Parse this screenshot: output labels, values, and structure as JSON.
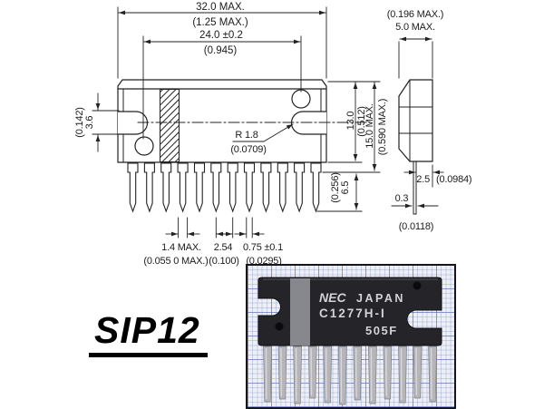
{
  "package_label": "SIP12",
  "front_view": {
    "pin_count": 12,
    "dim_overall_width_mm": "32.0 MAX.",
    "dim_overall_width_in": "(1.25 MAX.)",
    "dim_hole_spacing_mm": "24.0 ±0.2",
    "dim_hole_spacing_in": "(0.945)",
    "dim_tab_height_in": "(0.142)",
    "dim_tab_height_mm": "3.6",
    "dim_notch_radius_mm": "R 1.8",
    "dim_notch_radius_in": "(0.0709)",
    "dim_body_height_mm": "13.0",
    "dim_body_height_in": "(0.512)",
    "dim_total_height_mm": "15.0 MAX.",
    "dim_total_height_in": "(0.590 MAX.)",
    "dim_lead_length_in": "(0.256)",
    "dim_lead_length_mm": "6.5",
    "dim_lead_width_mm": "1.4 MAX.",
    "dim_lead_width_in": "(0.055 0 MAX.)",
    "dim_lead_pitch_mm": "2.54",
    "dim_lead_pitch_in": "(0.100)",
    "dim_lead_thickness_mm": "0.75 ±0.1",
    "dim_lead_thickness_in": "(0.0295)"
  },
  "side_view": {
    "dim_depth_in": "(0.196 MAX.)",
    "dim_depth_mm": "5.0 MAX.",
    "dim_lead_offset_mm": "2.5",
    "dim_lead_offset_in": "(0.0984)",
    "dim_lead_thickness_mm": "0.3",
    "dim_lead_thickness_in": "(0.0118)"
  },
  "photo": {
    "pin_count": 12,
    "chip_brand": "NEC",
    "chip_origin": "JAPAN",
    "chip_part": "C1277H-I",
    "chip_code": "505F"
  },
  "colors": {
    "line": "#222222",
    "chip_body": "#242429",
    "chip_stripe": "#8f9197",
    "pin_silver": "#b6b6ba",
    "paper": "#eef0f5",
    "grid_blue": "#5f76b9"
  }
}
